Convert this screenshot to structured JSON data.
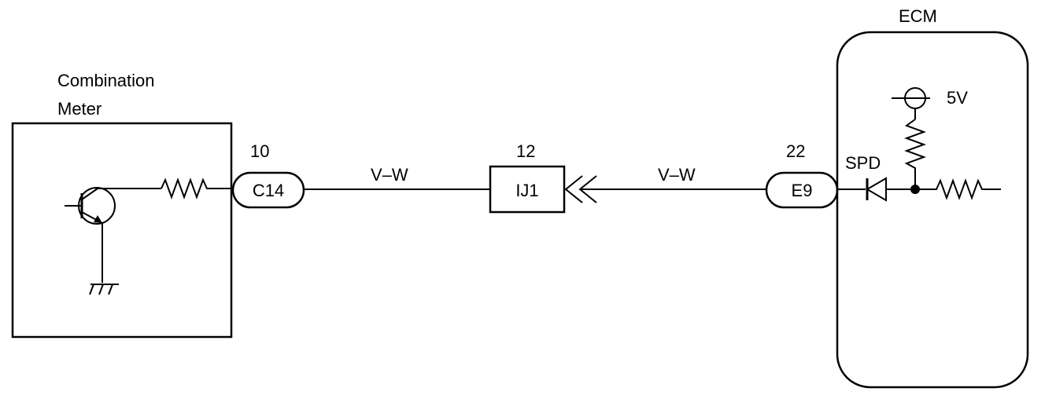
{
  "combination_meter": {
    "label_line1": "Combination",
    "label_line2": "Meter"
  },
  "ecm": {
    "label": "ECM",
    "supply_label": "5V",
    "signal_label": "SPD"
  },
  "connector_c14": {
    "pin": "10",
    "name": "C14"
  },
  "junction_ij1": {
    "pin": "12",
    "name": "IJ1"
  },
  "connector_e9": {
    "pin": "22",
    "name": "E9"
  },
  "wire_left": {
    "color_code": "V–W"
  },
  "wire_right": {
    "color_code": "V–W"
  },
  "colors": {
    "ink": "#000000",
    "background": "#ffffff"
  }
}
